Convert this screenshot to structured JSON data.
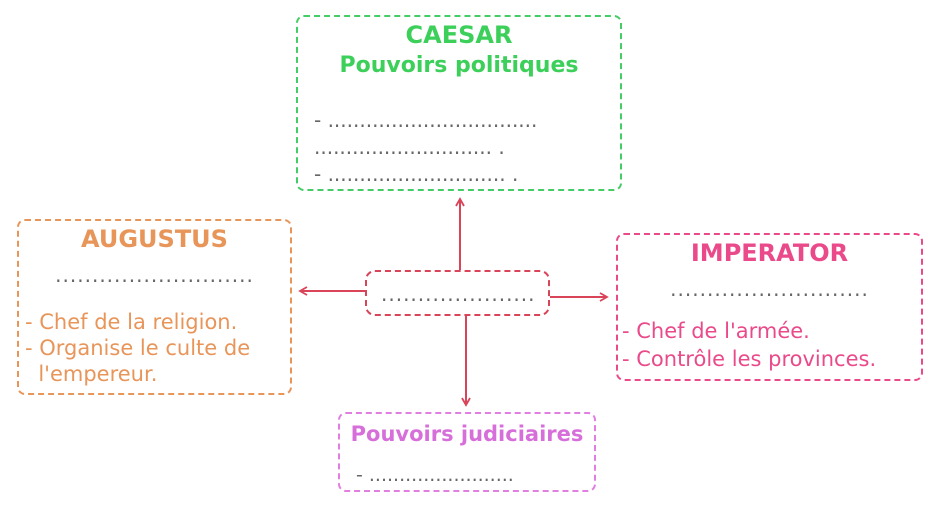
{
  "colors": {
    "caesar": "#3ccf5a",
    "augustus": "#e8955a",
    "center": "#d94459",
    "imperator": "#ea4a8a",
    "judiciaires": "#d76fdb",
    "arrow": "#d94459"
  },
  "caesar": {
    "title": "CAESAR",
    "subtitle": "Pouvoirs politiques",
    "lines": [
      "- .................................",
      "............................ .",
      "- ............................ ."
    ]
  },
  "augustus": {
    "title": "AUGUSTUS",
    "dots": "...........................",
    "lines": [
      "- Chef de la religion.",
      "- Organise le culte de",
      "  l'empereur."
    ]
  },
  "center": {
    "dots": "....................."
  },
  "imperator": {
    "title": "IMPERATOR",
    "dots": "...........................",
    "lines": [
      "- Chef de l'armée.",
      "- Contrôle les provinces."
    ]
  },
  "judiciaires": {
    "title": "Pouvoirs judiciaires",
    "line": "- ........................"
  }
}
